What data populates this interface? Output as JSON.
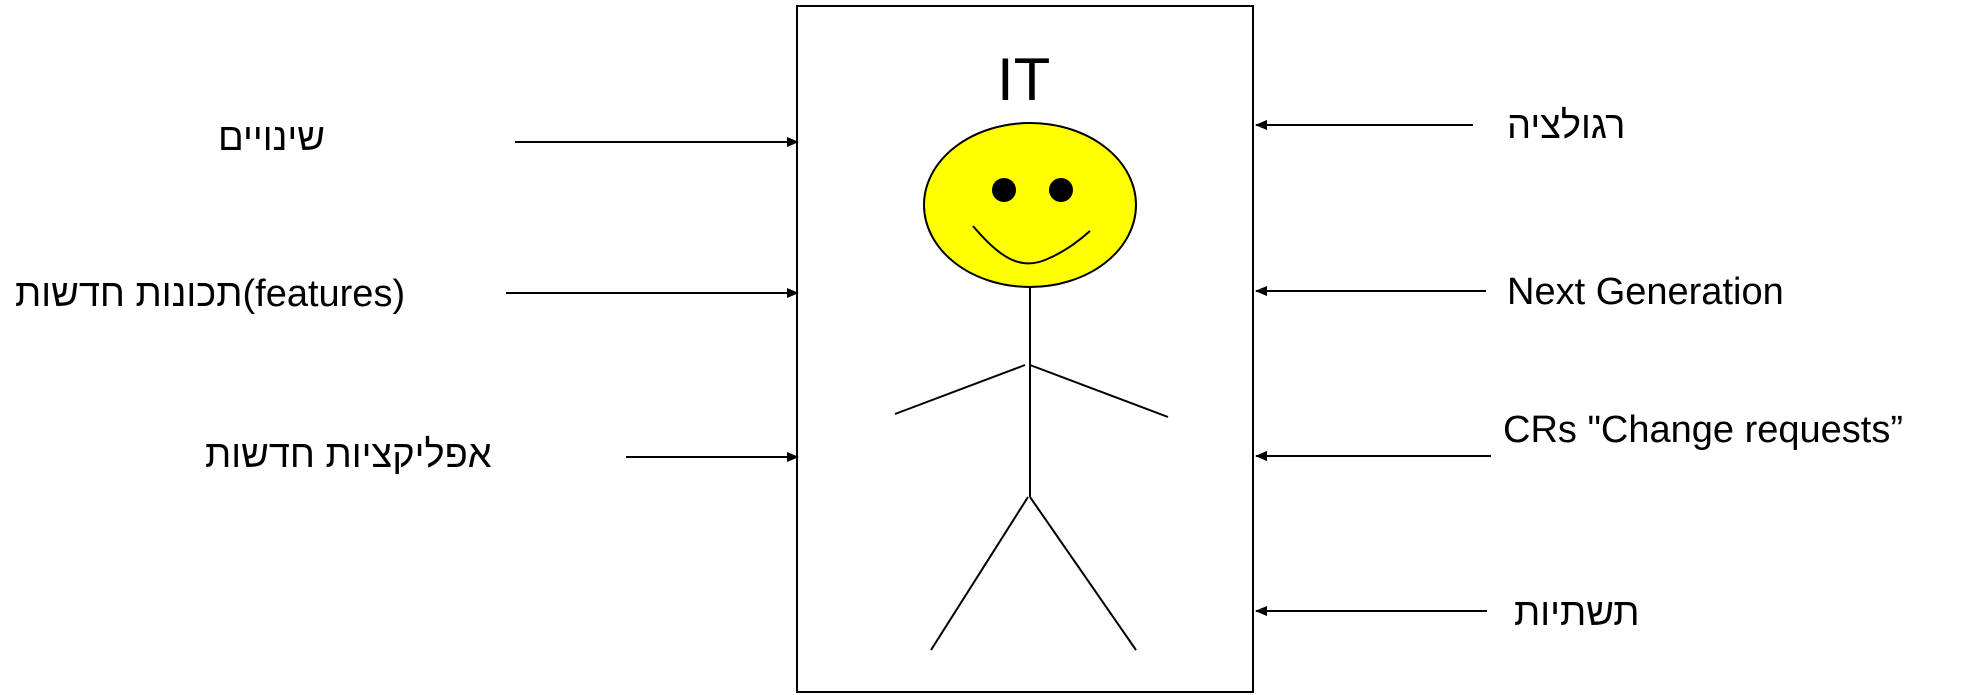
{
  "box": {
    "title": "IT"
  },
  "inputs_left": [
    {
      "label": "שינויים"
    },
    {
      "label": "(features)תכונות חדשות"
    },
    {
      "label": "אפליקציות חדשות"
    }
  ],
  "inputs_right": [
    {
      "label": "רגולציה"
    },
    {
      "label": "Next Generation"
    },
    {
      "label": "CRs \"Change requests”"
    },
    {
      "label": "תשתיות"
    }
  ],
  "colors": {
    "face_fill": "#FFFF00",
    "stroke": "#000000",
    "background": "#FFFFFF"
  },
  "icons": {
    "figure": "smiley-stick-figure-icon"
  }
}
